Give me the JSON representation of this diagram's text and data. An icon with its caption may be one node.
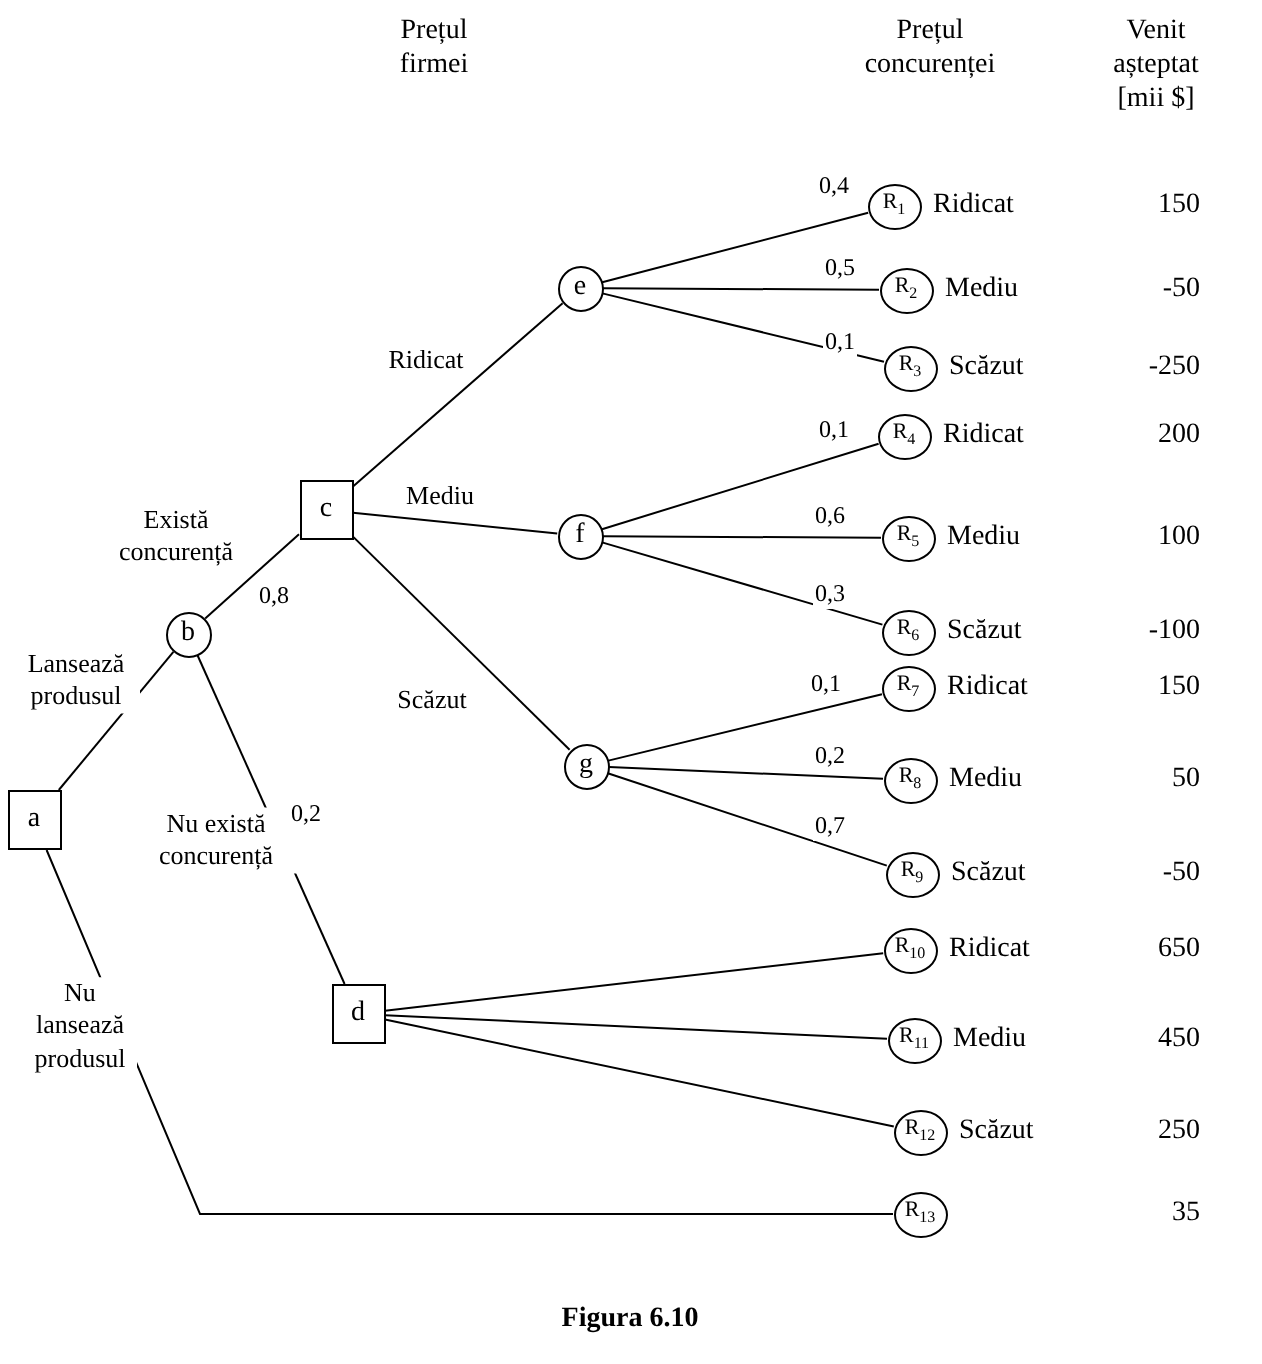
{
  "diagram": {
    "caption": "Figura 6.10",
    "nodes": [
      {
        "text": [
          "a"
        ]
      },
      {
        "text": [
          "b"
        ]
      },
      {
        "text": [
          "c"
        ]
      },
      {
        "text": [
          "d"
        ]
      },
      {
        "text": [
          "e"
        ]
      },
      {
        "text": [
          "f"
        ]
      },
      {
        "text": [
          "g"
        ]
      },
      {
        "text": [
          "R$_{1}$"
        ],
        "beside": [
          "Ridicat"
        ]
      },
      {
        "text": [
          "R$_{2}$"
        ],
        "beside": [
          "Mediu"
        ]
      },
      {
        "text": [
          "R$_{3}$"
        ],
        "beside": [
          "Scăzut"
        ]
      },
      {
        "text": [
          "R$_{4}$"
        ],
        "beside": [
          "Ridicat"
        ]
      },
      {
        "text": [
          "R$_{5}$"
        ],
        "beside": [
          "Mediu"
        ]
      },
      {
        "text": [
          "R$_{6}$"
        ],
        "beside": [
          "Scăzut"
        ]
      },
      {
        "text": [
          "R$_{7}$"
        ],
        "beside": [
          "Ridicat"
        ]
      },
      {
        "text": [
          "R$_{8}$"
        ],
        "beside": [
          "Mediu"
        ]
      },
      {
        "text": [
          "R$_{9}$"
        ],
        "beside": [
          "Scăzut"
        ]
      },
      {
        "text": [
          "R$_{10}$"
        ],
        "beside": [
          "Ridicat"
        ]
      },
      {
        "text": [
          "R$_{11}$"
        ],
        "beside": [
          "Mediu"
        ]
      },
      {
        "text": [
          "R$_{12}$"
        ],
        "beside": [
          "Scăzut"
        ]
      },
      {
        "text": [
          "R$_{13}$"
        ]
      }
    ],
    "edges": [
      {
        "from": 0,
        "to": 1,
        "arrow": "none",
        "label": "Lansează produsul"
      },
      {
        "from": 0,
        "to": 19,
        "arrow": "none",
        "label": "Nu lansează produsul"
      },
      {
        "from": 1,
        "to": 2,
        "arrow": "none",
        "label": "Există concurență"
      },
      {
        "from": 1,
        "to": 3,
        "arrow": "none",
        "label": "Nu există concurență"
      },
      {
        "from": 2,
        "to": 4,
        "arrow": "none",
        "label": "Ridicat"
      },
      {
        "from": 2,
        "to": 5,
        "arrow": "none",
        "label": "Mediu"
      },
      {
        "from": 2,
        "to": 6,
        "arrow": "none",
        "label": "Scăzut"
      },
      {
        "from": 4,
        "to": 7,
        "arrow": "none",
        "label": "0,4"
      },
      {
        "from": 4,
        "to": 8,
        "arrow": "none",
        "label": "0,5"
      },
      {
        "from": 4,
        "to": 9,
        "arrow": "none",
        "label": "0,1"
      },
      {
        "from": 5,
        "to": 10,
        "arrow": "none",
        "label": "0,1"
      },
      {
        "from": 5,
        "to": 11,
        "arrow": "none",
        "label": "0,6"
      },
      {
        "from": 5,
        "to": 12,
        "arrow": "none",
        "label": "0,3"
      },
      {
        "from": 6,
        "to": 13,
        "arrow": "none",
        "label": "0,1"
      },
      {
        "from": 6,
        "to": 14,
        "arrow": "none",
        "label": "0,2"
      },
      {
        "from": 6,
        "to": 15,
        "arrow": "none",
        "label": "0,7"
      },
      {
        "from": 3,
        "to": 16,
        "arrow": "none"
      },
      {
        "from": 3,
        "to": 17,
        "arrow": "none"
      },
      {
        "from": 3,
        "to": 18,
        "arrow": "none"
      }
    ],
    "labels": [
      "Prețul firmei",
      "Prețul concurenței",
      "Venit așteptat [mii $]",
      "150",
      "-50",
      "-250",
      "200",
      "100",
      "-100",
      "150",
      "50",
      "-50",
      "650",
      "450",
      "250",
      "35",
      "0,8",
      "0,2"
    ]
  }
}
